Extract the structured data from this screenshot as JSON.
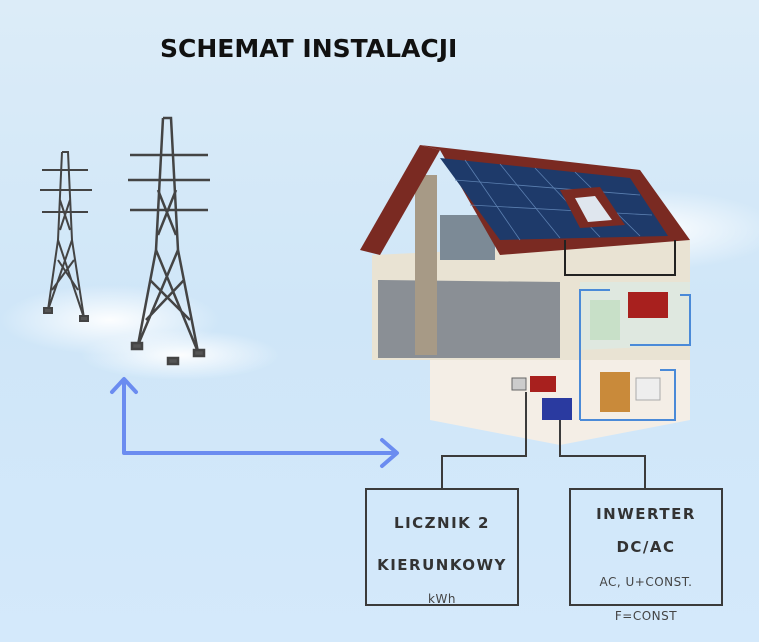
{
  "title": "SCHEMAT INSTALACJI",
  "meter_box": {
    "title_line1": "LICZNIK 2",
    "title_line2": "KIERUNKOWY",
    "unit": "kWh"
  },
  "inverter_box": {
    "title_line1": "INWERTER",
    "title_line2": "DC/AC",
    "spec_line1": "AC, U+CONST.",
    "spec_line2": "F=CONST"
  },
  "colors": {
    "arrow": "#6b8cf0",
    "roof": "#7a2a22",
    "solar": "#1e3a6a",
    "lines": "#3b3b3b"
  }
}
